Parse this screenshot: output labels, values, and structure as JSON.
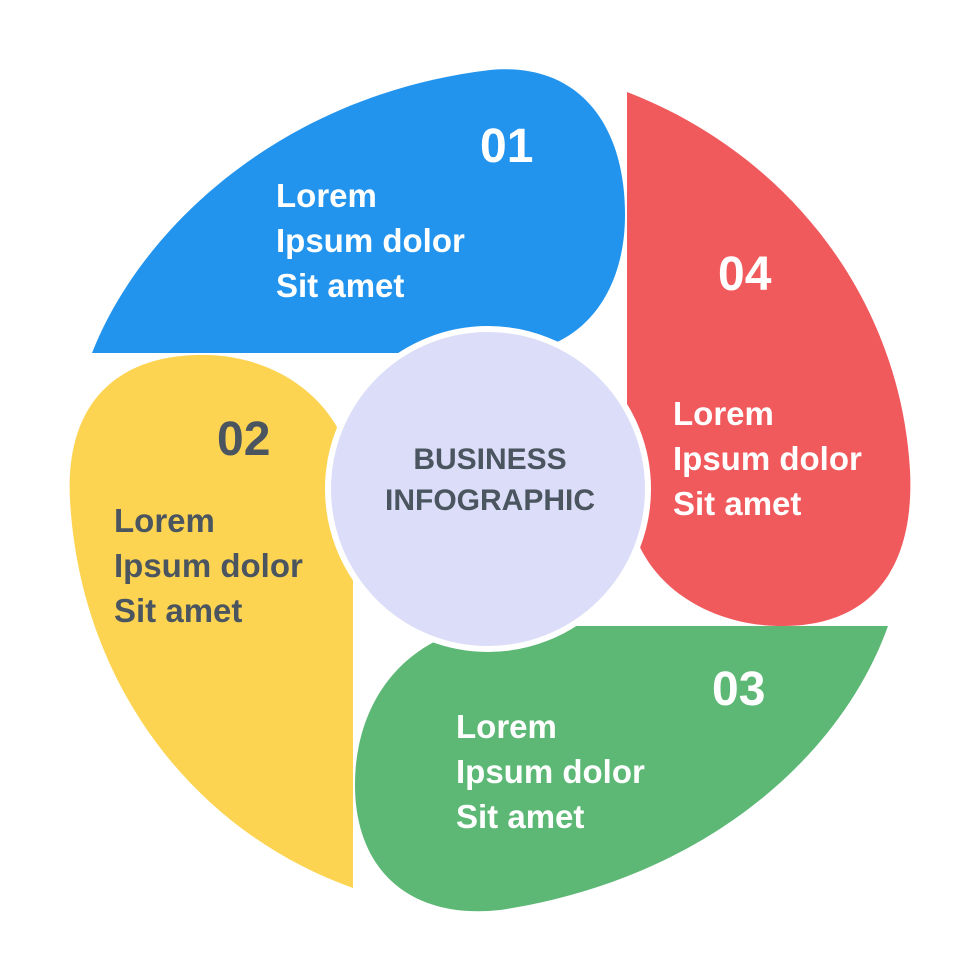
{
  "center": {
    "line1": "BUSINESS",
    "line2": "INFOGRAPHIC",
    "fill": "#DCDDF8",
    "text_color": "#4A5560"
  },
  "segments": [
    {
      "number": "01",
      "lines": [
        "Lorem",
        "Ipsum dolor",
        "Sit amet"
      ],
      "fill": "#2294EE",
      "text_color": "#FFFFFF"
    },
    {
      "number": "02",
      "lines": [
        "Lorem",
        "Ipsum dolor",
        "Sit amet"
      ],
      "fill": "#FDD452",
      "text_color": "#4A5560"
    },
    {
      "number": "03",
      "lines": [
        "Lorem",
        "Ipsum dolor",
        "Sit amet"
      ],
      "fill": "#5DB875",
      "text_color": "#FFFFFF"
    },
    {
      "number": "04",
      "lines": [
        "Lorem",
        "Ipsum dolor",
        "Sit amet"
      ],
      "fill": "#F05A5D",
      "text_color": "#FFFFFF"
    }
  ]
}
